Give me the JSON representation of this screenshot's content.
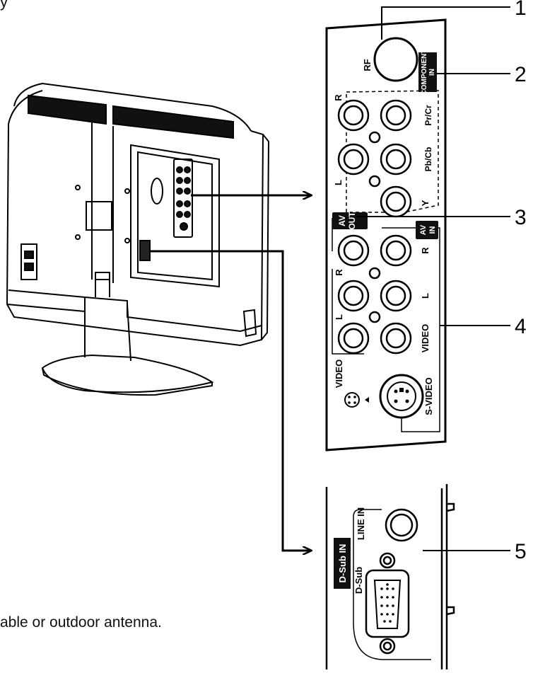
{
  "header": {
    "fragment": "y"
  },
  "callouts": [
    "1",
    "2",
    "3",
    "4",
    "5"
  ],
  "panel_top": {
    "rf": "RF",
    "component_in": [
      "COMPONENT",
      "IN"
    ],
    "component_labels": {
      "r": "R",
      "l": "L",
      "pr": "Pr/Cr",
      "pb": "Pb/Cb",
      "y": "Y"
    },
    "av_out": [
      "AV",
      "OUT"
    ],
    "av_in": [
      "AV",
      "IN"
    ],
    "av_out_labels": {
      "r": "R",
      "l": "L",
      "video": "VIDEO"
    },
    "av_in_labels": {
      "r": "R",
      "l": "L",
      "video": "VIDEO",
      "svideo": "S-VIDEO"
    }
  },
  "panel_bottom": {
    "line_in": "LINE IN",
    "dsub_in": "D-Sub IN",
    "dsub": "D-Sub"
  },
  "footer": {
    "text": "able or outdoor antenna."
  }
}
